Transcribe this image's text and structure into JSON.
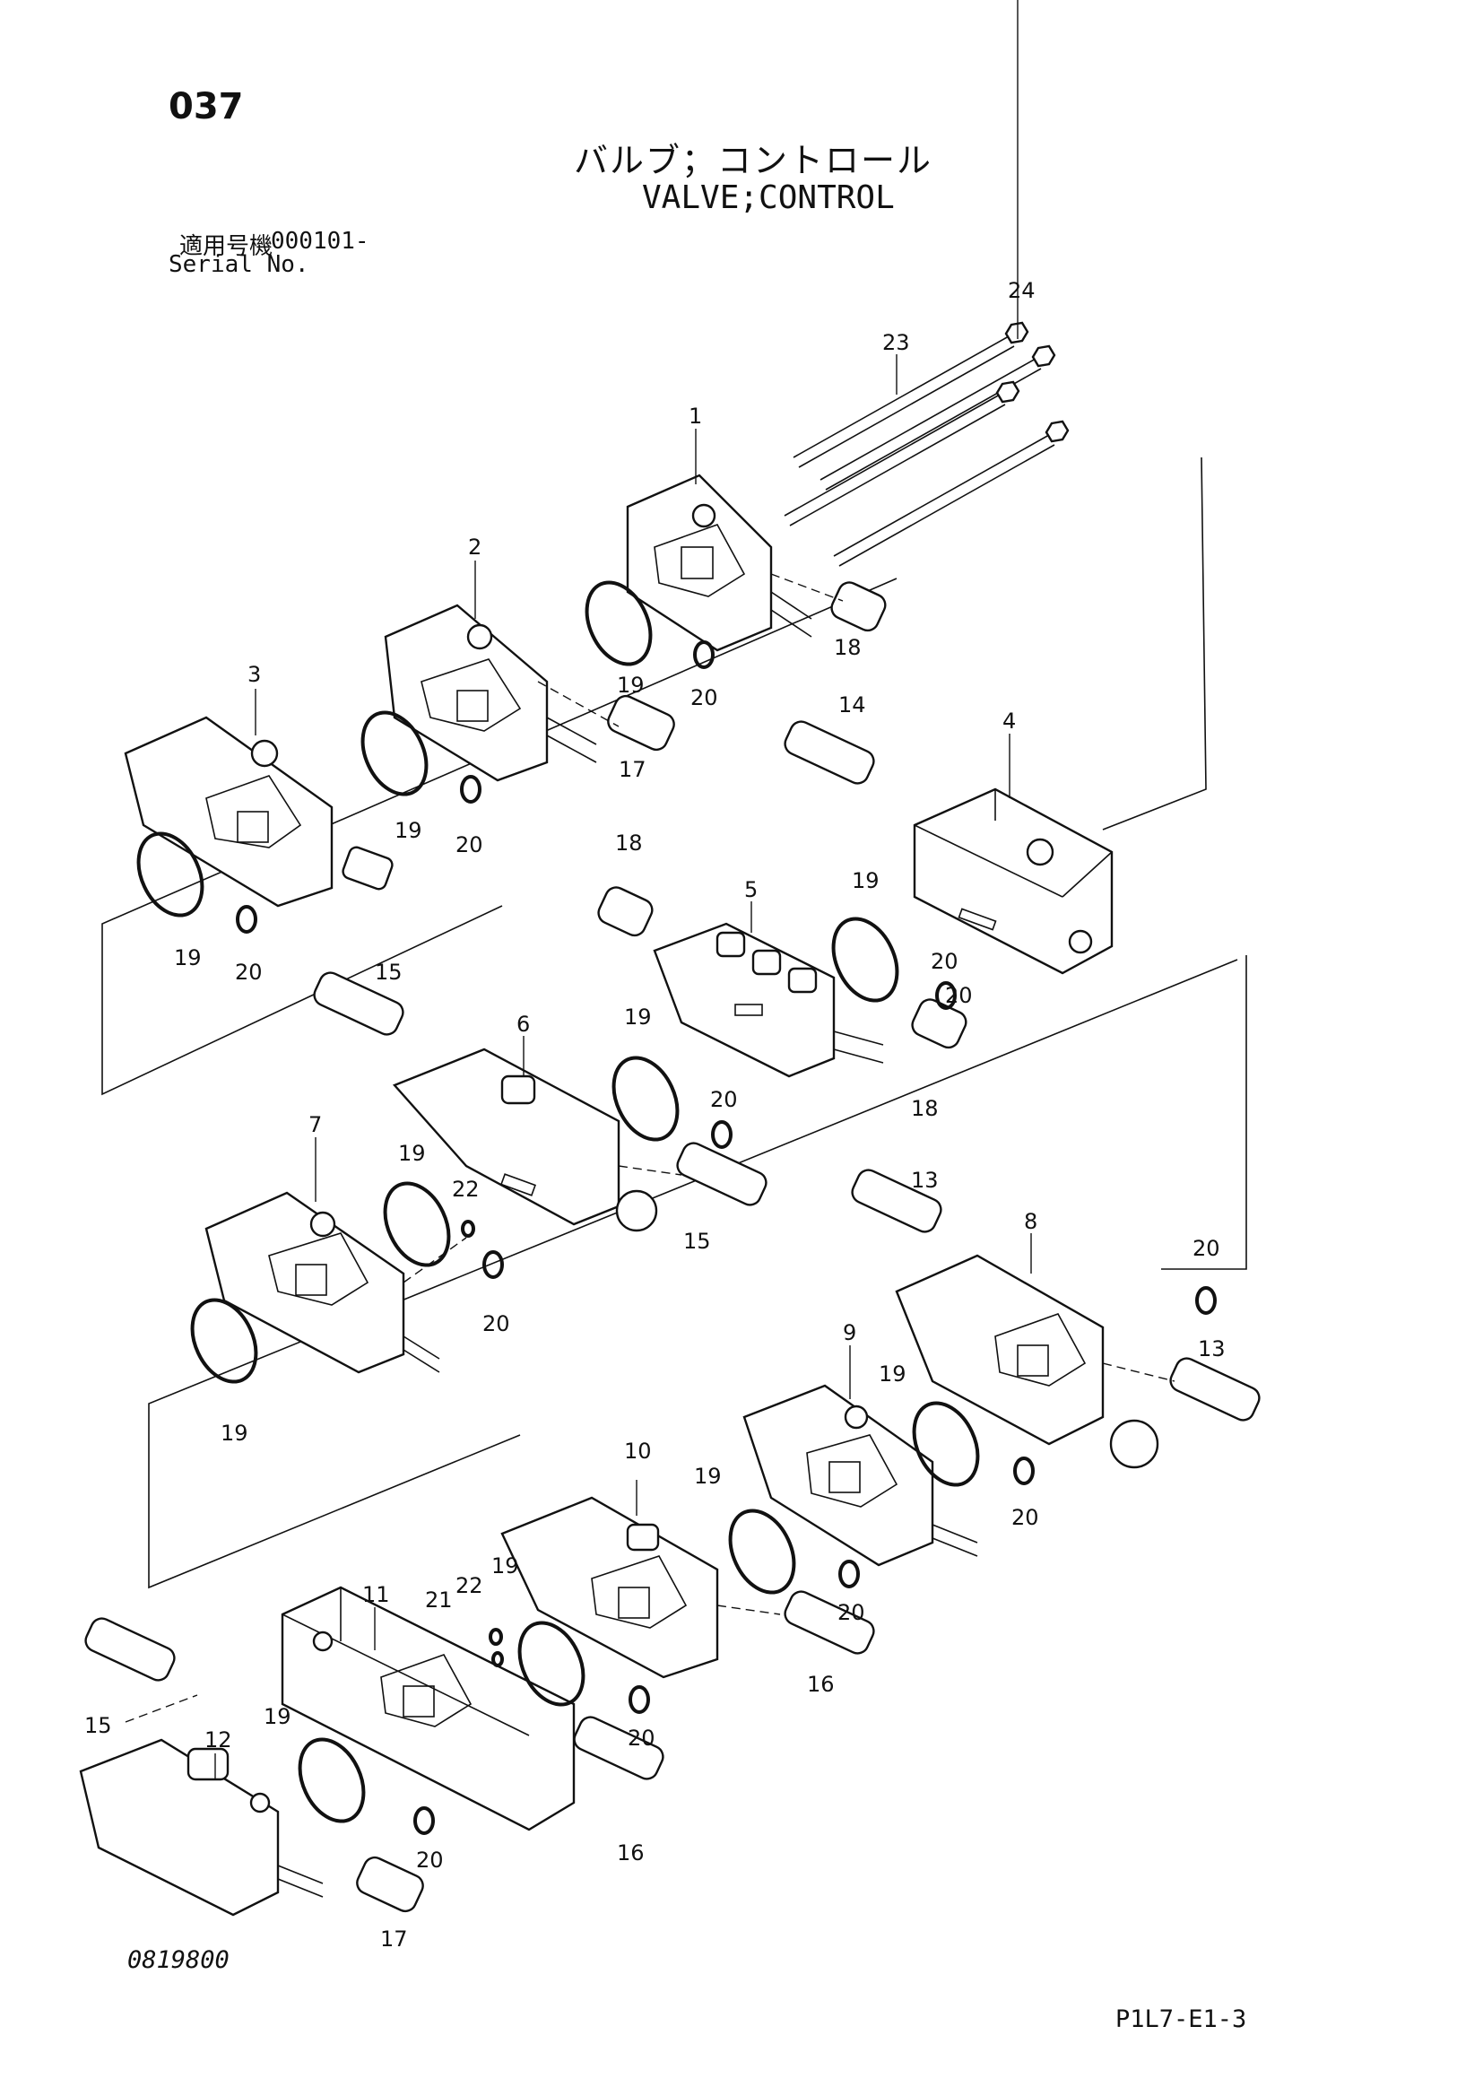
{
  "page": {
    "number": "037",
    "title_jp": "バルブ；コントロール",
    "title_en": "VALVE;CONTROL",
    "serial_label_jp": "適用号機",
    "serial_value": "000101-",
    "serial_label_en": "Serial No.",
    "drawing_id": "0819800",
    "page_code": "P1L7-E1-3"
  },
  "callouts": {
    "c1": "1",
    "c2": "2",
    "c3": "3",
    "c4": "4",
    "c5": "5",
    "c6": "6",
    "c7": "7",
    "c8": "8",
    "c9": "9",
    "c10": "10",
    "c11": "11",
    "c12": "12",
    "c13a": "13",
    "c13b": "13",
    "c14": "14",
    "c15a": "15",
    "c15b": "15",
    "c15c": "15",
    "c16a": "16",
    "c16b": "16",
    "c17a": "17",
    "c17b": "17",
    "c18a": "18",
    "c18b": "18",
    "c18c": "18",
    "c19a": "19",
    "c19b": "19",
    "c19c": "19",
    "c19d": "19",
    "c19e": "19",
    "c19f": "19",
    "c19g": "19",
    "c19h": "19",
    "c19i": "19",
    "c19j": "19",
    "c19k": "19",
    "c20a": "20",
    "c20b": "20",
    "c20c": "20",
    "c20d": "20",
    "c20e": "20",
    "c20f": "20",
    "c20g": "20",
    "c20h": "20",
    "c20i": "20",
    "c20j": "20",
    "c20k": "20",
    "c20l": "20",
    "c21": "21",
    "c22a": "22",
    "c22b": "22",
    "c23": "23",
    "c24": "24"
  }
}
